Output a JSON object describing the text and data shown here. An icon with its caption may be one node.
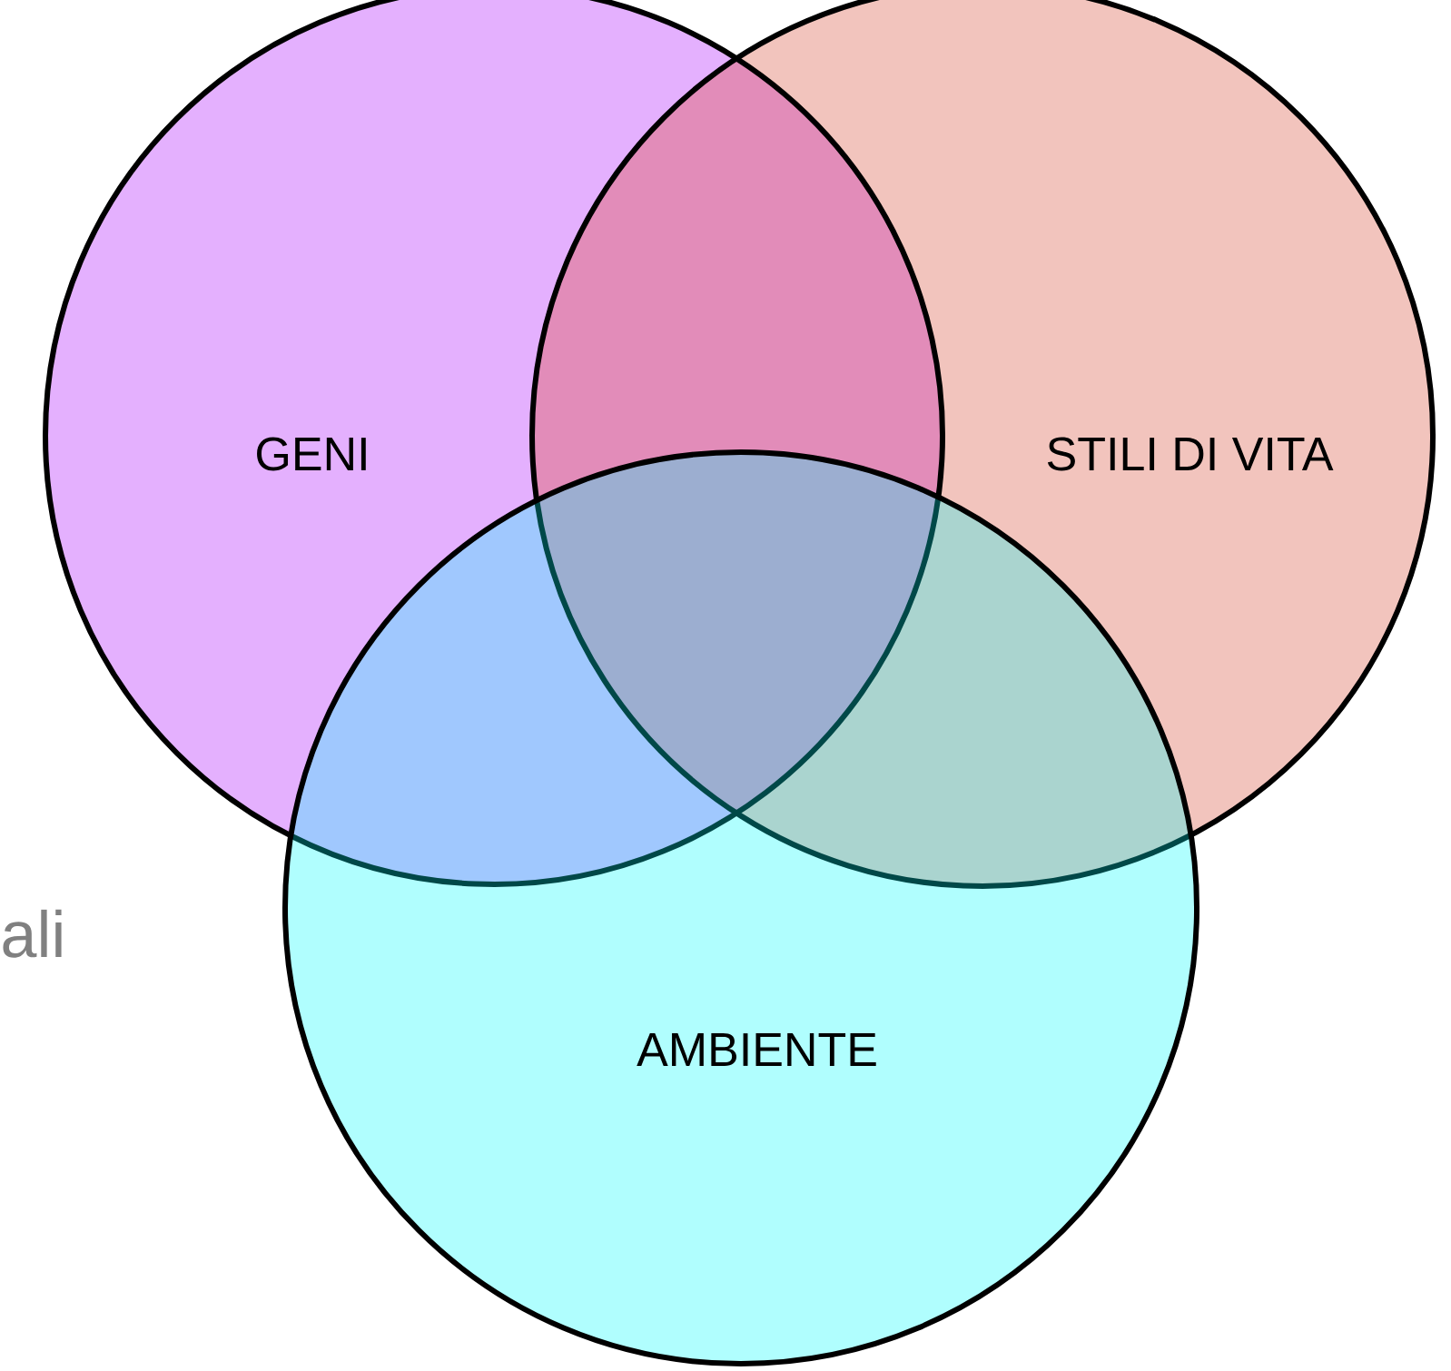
{
  "diagram": {
    "nodes": [
      {
        "text": [
          "GENI"
        ]
      },
      {
        "text": [
          "STILI DI VITA"
        ]
      },
      {
        "text": [
          "AMBIENTE"
        ]
      }
    ],
    "labels": [
      "ali"
    ]
  }
}
